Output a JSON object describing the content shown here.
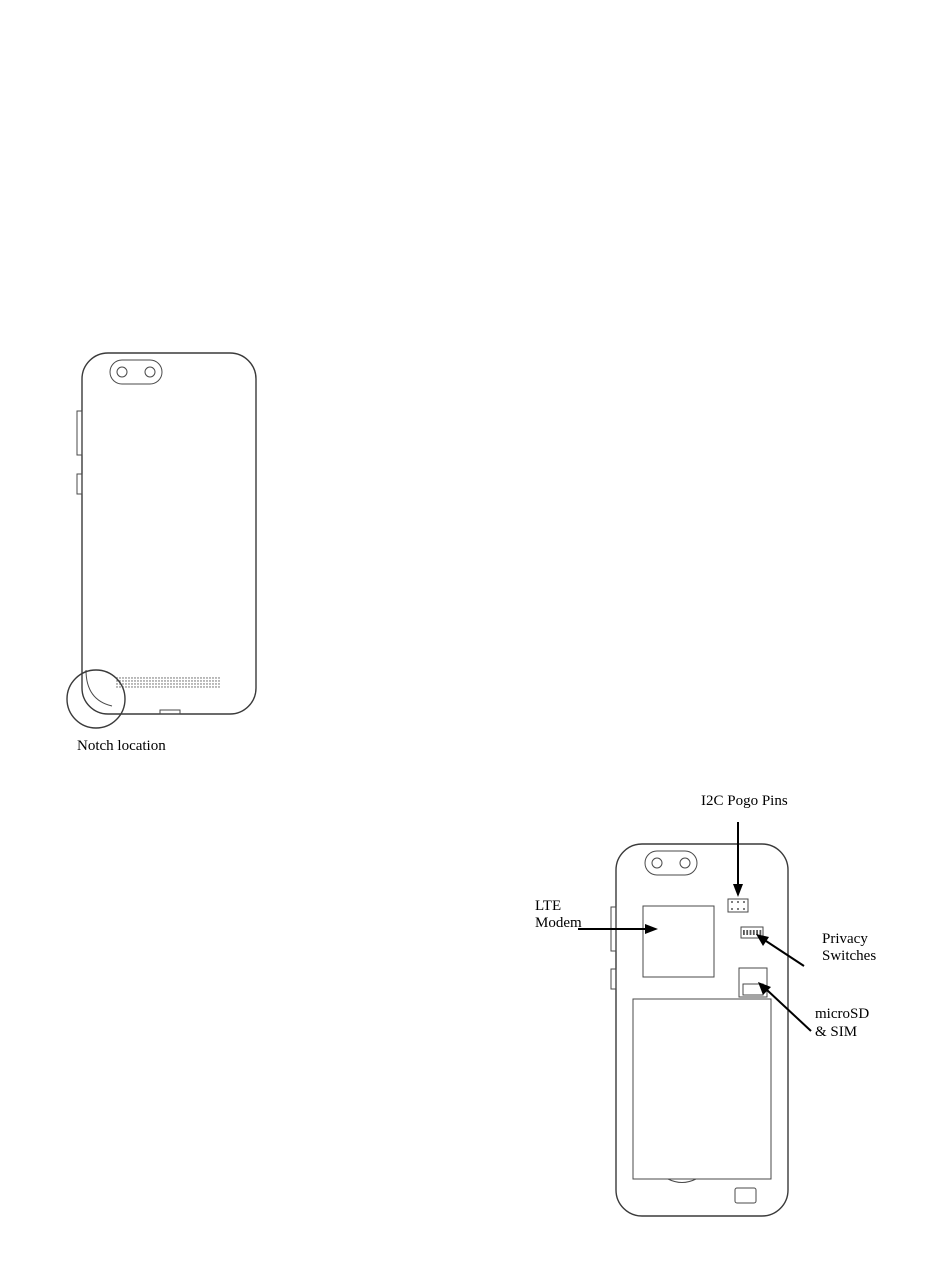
{
  "figure_1": {
    "callout_label": "Notch location"
  },
  "figure_2": {
    "labels": {
      "pogo_pins": "I2C Pogo Pins",
      "lte_line1": "LTE",
      "lte_line2": "Modem",
      "privacy_line1": "Privacy",
      "privacy_line2": "Switches",
      "microsd_line1": "microSD",
      "microsd_line2": "& SIM"
    }
  }
}
